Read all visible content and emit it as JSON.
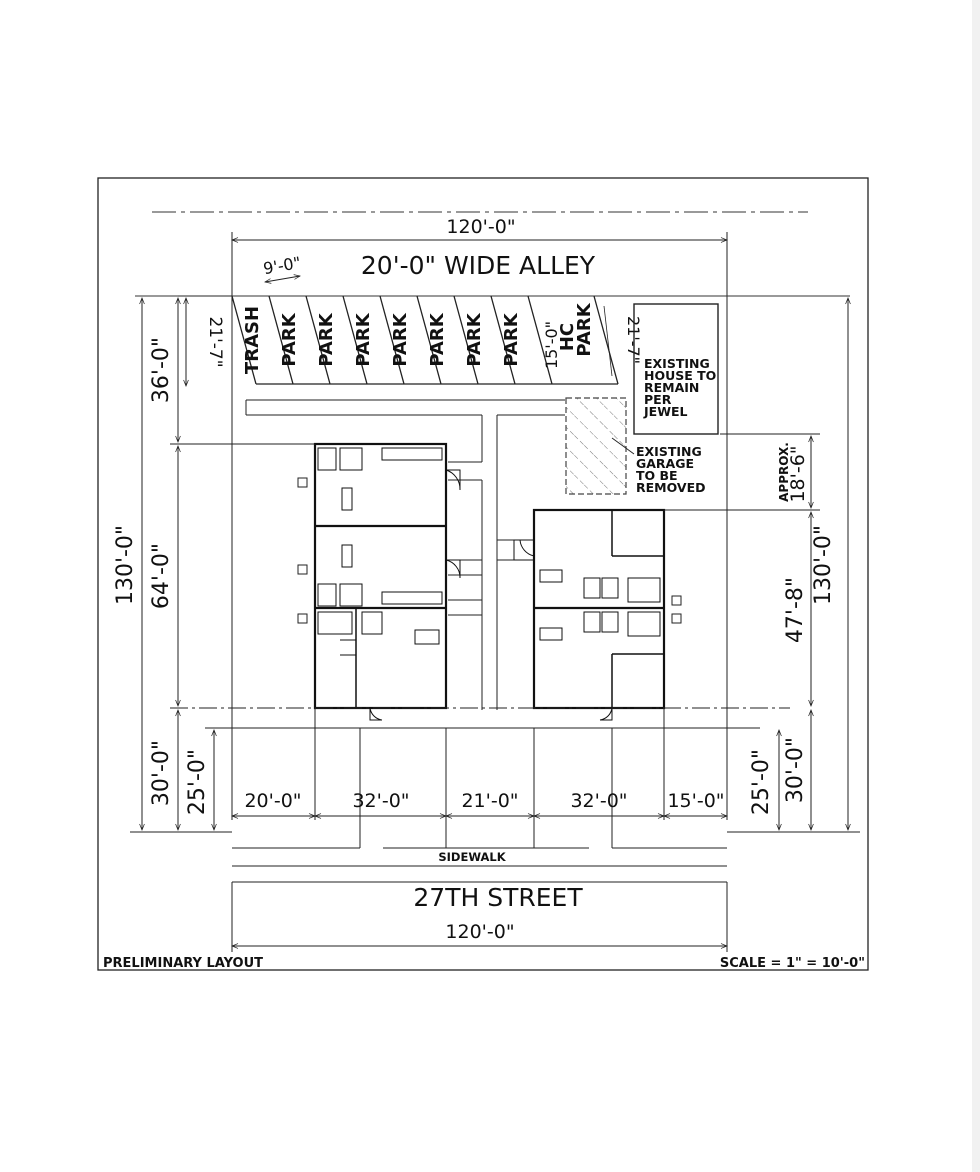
{
  "dimensions": {
    "lot_width_top": "120'-0\"",
    "lot_width_bottom": "120'-0\"",
    "stall_width": "9'-0\"",
    "left_total": "130'-0\"",
    "right_total": "130'-0\"",
    "left_rear": "36'-0\"",
    "left_building": "64'-0\"",
    "left_front": "30'-0\"",
    "left_setback": "25'-0\"",
    "stall_depth_left": "21'-7\"",
    "stall_depth_right": "21'-7\"",
    "right_approx_label": "APPROX.",
    "right_approx_value": "18'-6\"",
    "right_building": "47'-8\"",
    "right_front": "30'-0\"",
    "right_setback": "25'-0\"",
    "bottom_segments": [
      "20'-0\"",
      "32'-0\"",
      "21'-0\"",
      "32'-0\"",
      "15'-0\""
    ]
  },
  "labels": {
    "alley": "20'-0\" WIDE ALLEY",
    "street": "27TH STREET",
    "sidewalk": "SIDEWALK",
    "existing_house": [
      "EXISTING",
      "HOUSE TO",
      "REMAIN",
      "PER",
      "JEWEL"
    ],
    "existing_garage": [
      "EXISTING",
      "GARAGE",
      "TO BE",
      "REMOVED"
    ],
    "preliminary": "PRELIMINARY LAYOUT",
    "scale": "SCALE = 1\" = 10'-0\""
  },
  "parking": {
    "stalls": [
      "TRASH",
      "PARK",
      "PARK",
      "PARK",
      "PARK",
      "PARK",
      "PARK",
      "PARK"
    ],
    "hc_stall": [
      "15'-0\"",
      "HC",
      "PARK"
    ]
  }
}
